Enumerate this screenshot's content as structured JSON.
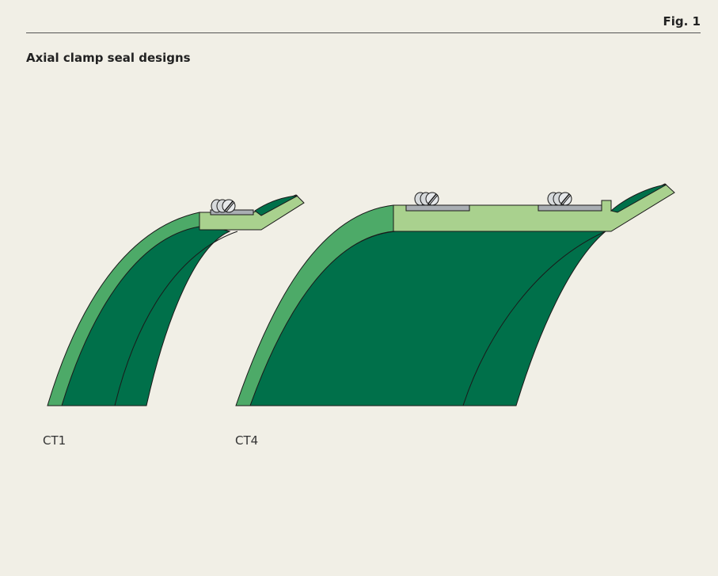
{
  "header": {
    "figure_label": "Fig. 1"
  },
  "title": "Axial clamp seal designs",
  "captions": {
    "left": "CT1",
    "right": "CT4"
  },
  "colors": {
    "background": "#f1efe6",
    "seal_light": "#a9d18e",
    "seal_mid": "#4daa68",
    "seal_dark": "#00704a",
    "clamp_plate": "#a9aeb3",
    "screw": "#d7dadc",
    "outline": "#1a1a1a"
  },
  "icons": [
    "clamp-screw-icon"
  ]
}
